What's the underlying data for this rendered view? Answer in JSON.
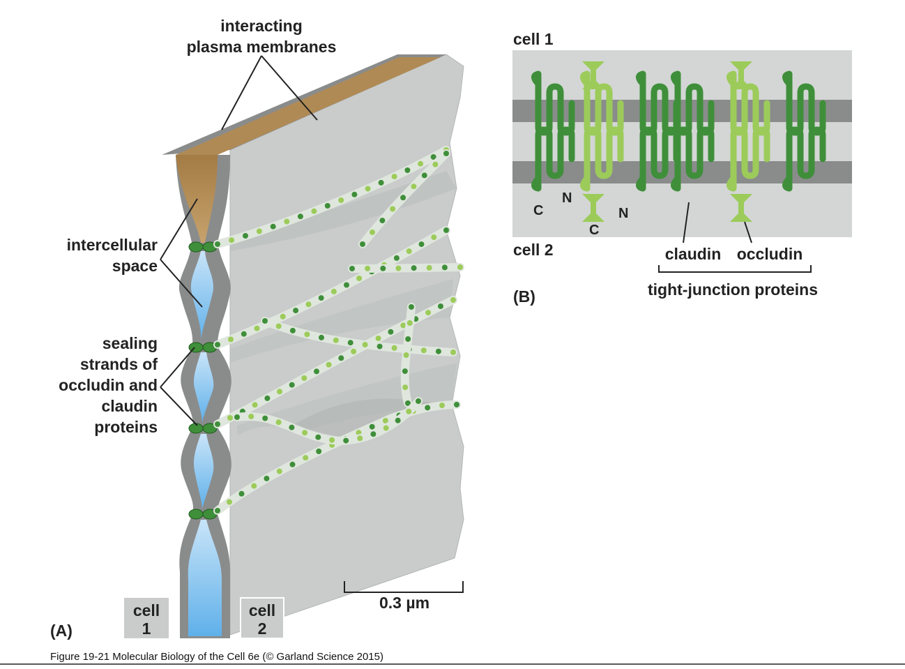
{
  "panel_a": {
    "tag": "(A)",
    "label_membranes": [
      "interacting",
      "plasma membranes"
    ],
    "label_space": [
      "intercellular",
      "space"
    ],
    "label_strands": [
      "sealing",
      "strands of",
      "occludin and",
      "claudin",
      "proteins"
    ],
    "cell1_box": [
      "cell",
      "1"
    ],
    "cell2_box": [
      "cell",
      "2"
    ],
    "scale_bar": "0.3 µm"
  },
  "panel_b": {
    "tag": "(B)",
    "cell1": "cell 1",
    "cell2": "cell 2",
    "terminus_c": "C",
    "terminus_n": "N",
    "claudin": "claudin",
    "occludin": "occludin",
    "group_label": "tight-junction proteins"
  },
  "caption": "Figure 19-21  Molecular Biology of the Cell 6e (© Garland Science 2015)",
  "colors": {
    "membrane_gray": "#8a8c8c",
    "wall_gray": "#c9cccb",
    "space_blue": "#a9d3f2",
    "space_tan": "#b08a55",
    "claudin_green": "#3f8f3a",
    "occludin_green": "#9ccb5a"
  }
}
